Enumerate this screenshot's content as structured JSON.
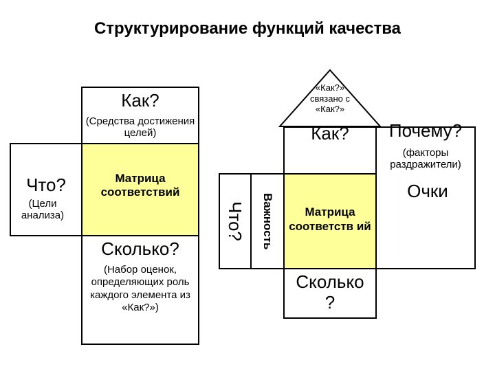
{
  "title": "Структурирование функций качества",
  "left_house": {
    "how_heading": "Как?",
    "how_note": "(Средства достижения целей)",
    "what_heading": "Что?",
    "what_note": "(Цели анализа)",
    "matrix_label": "Матрица соответствий",
    "how_much_heading": "Сколько?",
    "how_much_note": "(Набор оценок, определяющих роль каждого элемента из «Как?»)"
  },
  "right_house": {
    "roof_note": "«Как?» связано с «Как?»",
    "how_heading": "Как?",
    "why_heading": "Почему?",
    "why_note": "(факторы раздражители)",
    "glasses_label": "Очки",
    "what_vertical": "Что?",
    "importance_vertical": "Важность",
    "matrix_label": "Матрица соответств ий",
    "how_much_heading": "Сколько ?"
  },
  "colors": {
    "matrix_fill": "#ffff99",
    "border": "#000000"
  }
}
